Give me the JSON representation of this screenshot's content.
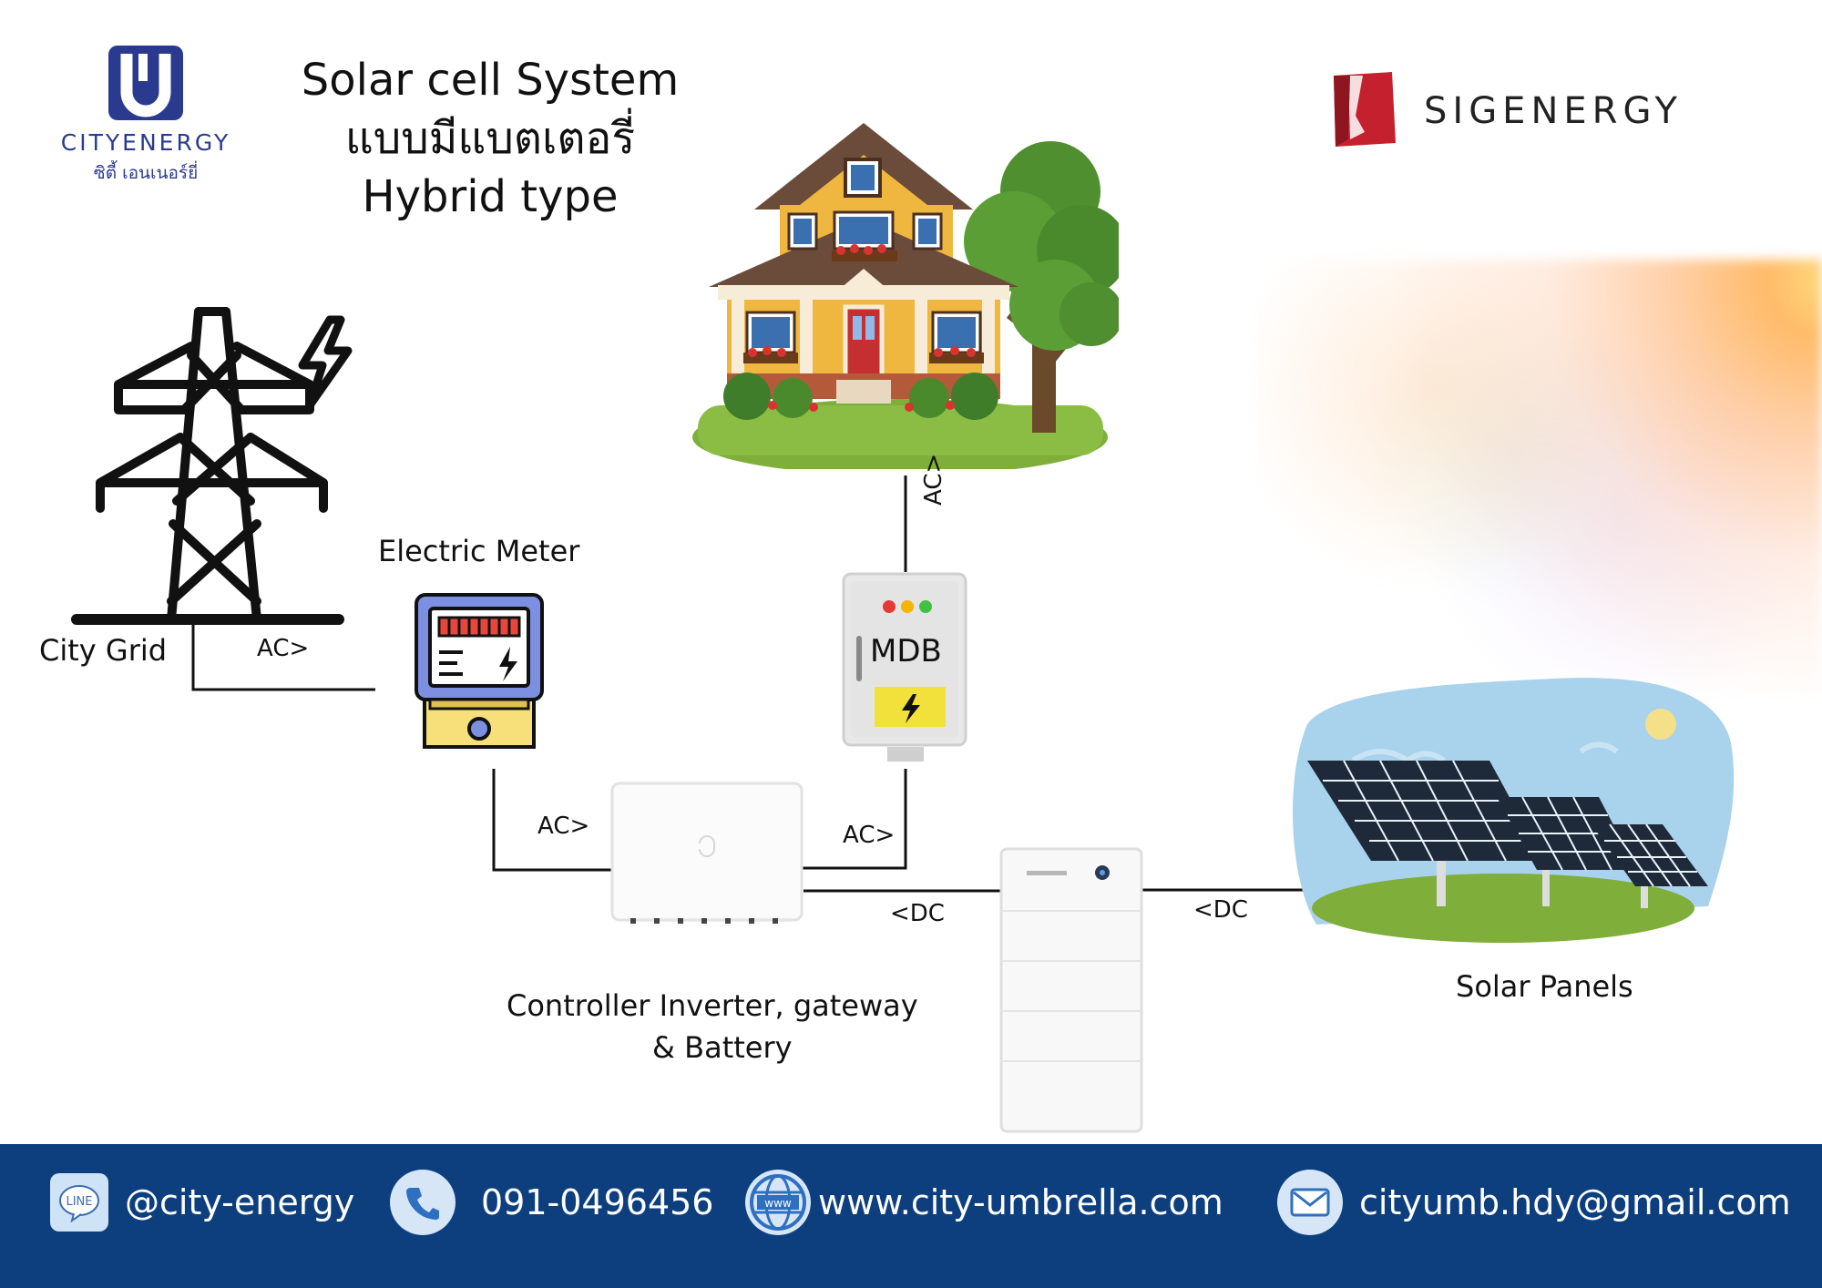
{
  "brand": {
    "logo_name": "CITYENERGY",
    "logo_subtitle_part1": "ซิตี้",
    "logo_subtitle_part2": "เอนเนอร์ยี่",
    "partner_name": "SIGENERGY"
  },
  "title": {
    "line1": "Solar cell System",
    "line2": "แบบมีแบตเตอรี่",
    "line3": "Hybrid type"
  },
  "components": {
    "grid": "City Grid",
    "meter": "Electric Meter",
    "mdb": "MDB",
    "controller_line1": "Controller  Inverter, gateway",
    "controller_line2": "& Battery",
    "panels": "Solar Panels"
  },
  "flows": {
    "grid_to_meter": "AC>",
    "meter_to_inverter": "AC>",
    "inverter_to_mdb": "AC>",
    "mdb_to_house": "AC>",
    "battery_to_inverter": "<DC",
    "panels_to_battery": "<DC"
  },
  "footer": {
    "line": "@city-energy",
    "phone": "091-0496456",
    "web": "www.city-umbrella.com",
    "email": "cityumb.hdy@gmail.com"
  },
  "colors": {
    "footer_bg": "#0d3f7f",
    "brand_blue": "#2a3a8f",
    "sigenergy_red": "#c4202e",
    "meter_blue": "#7c8fe0",
    "meter_yellow": "#f7e07a"
  }
}
